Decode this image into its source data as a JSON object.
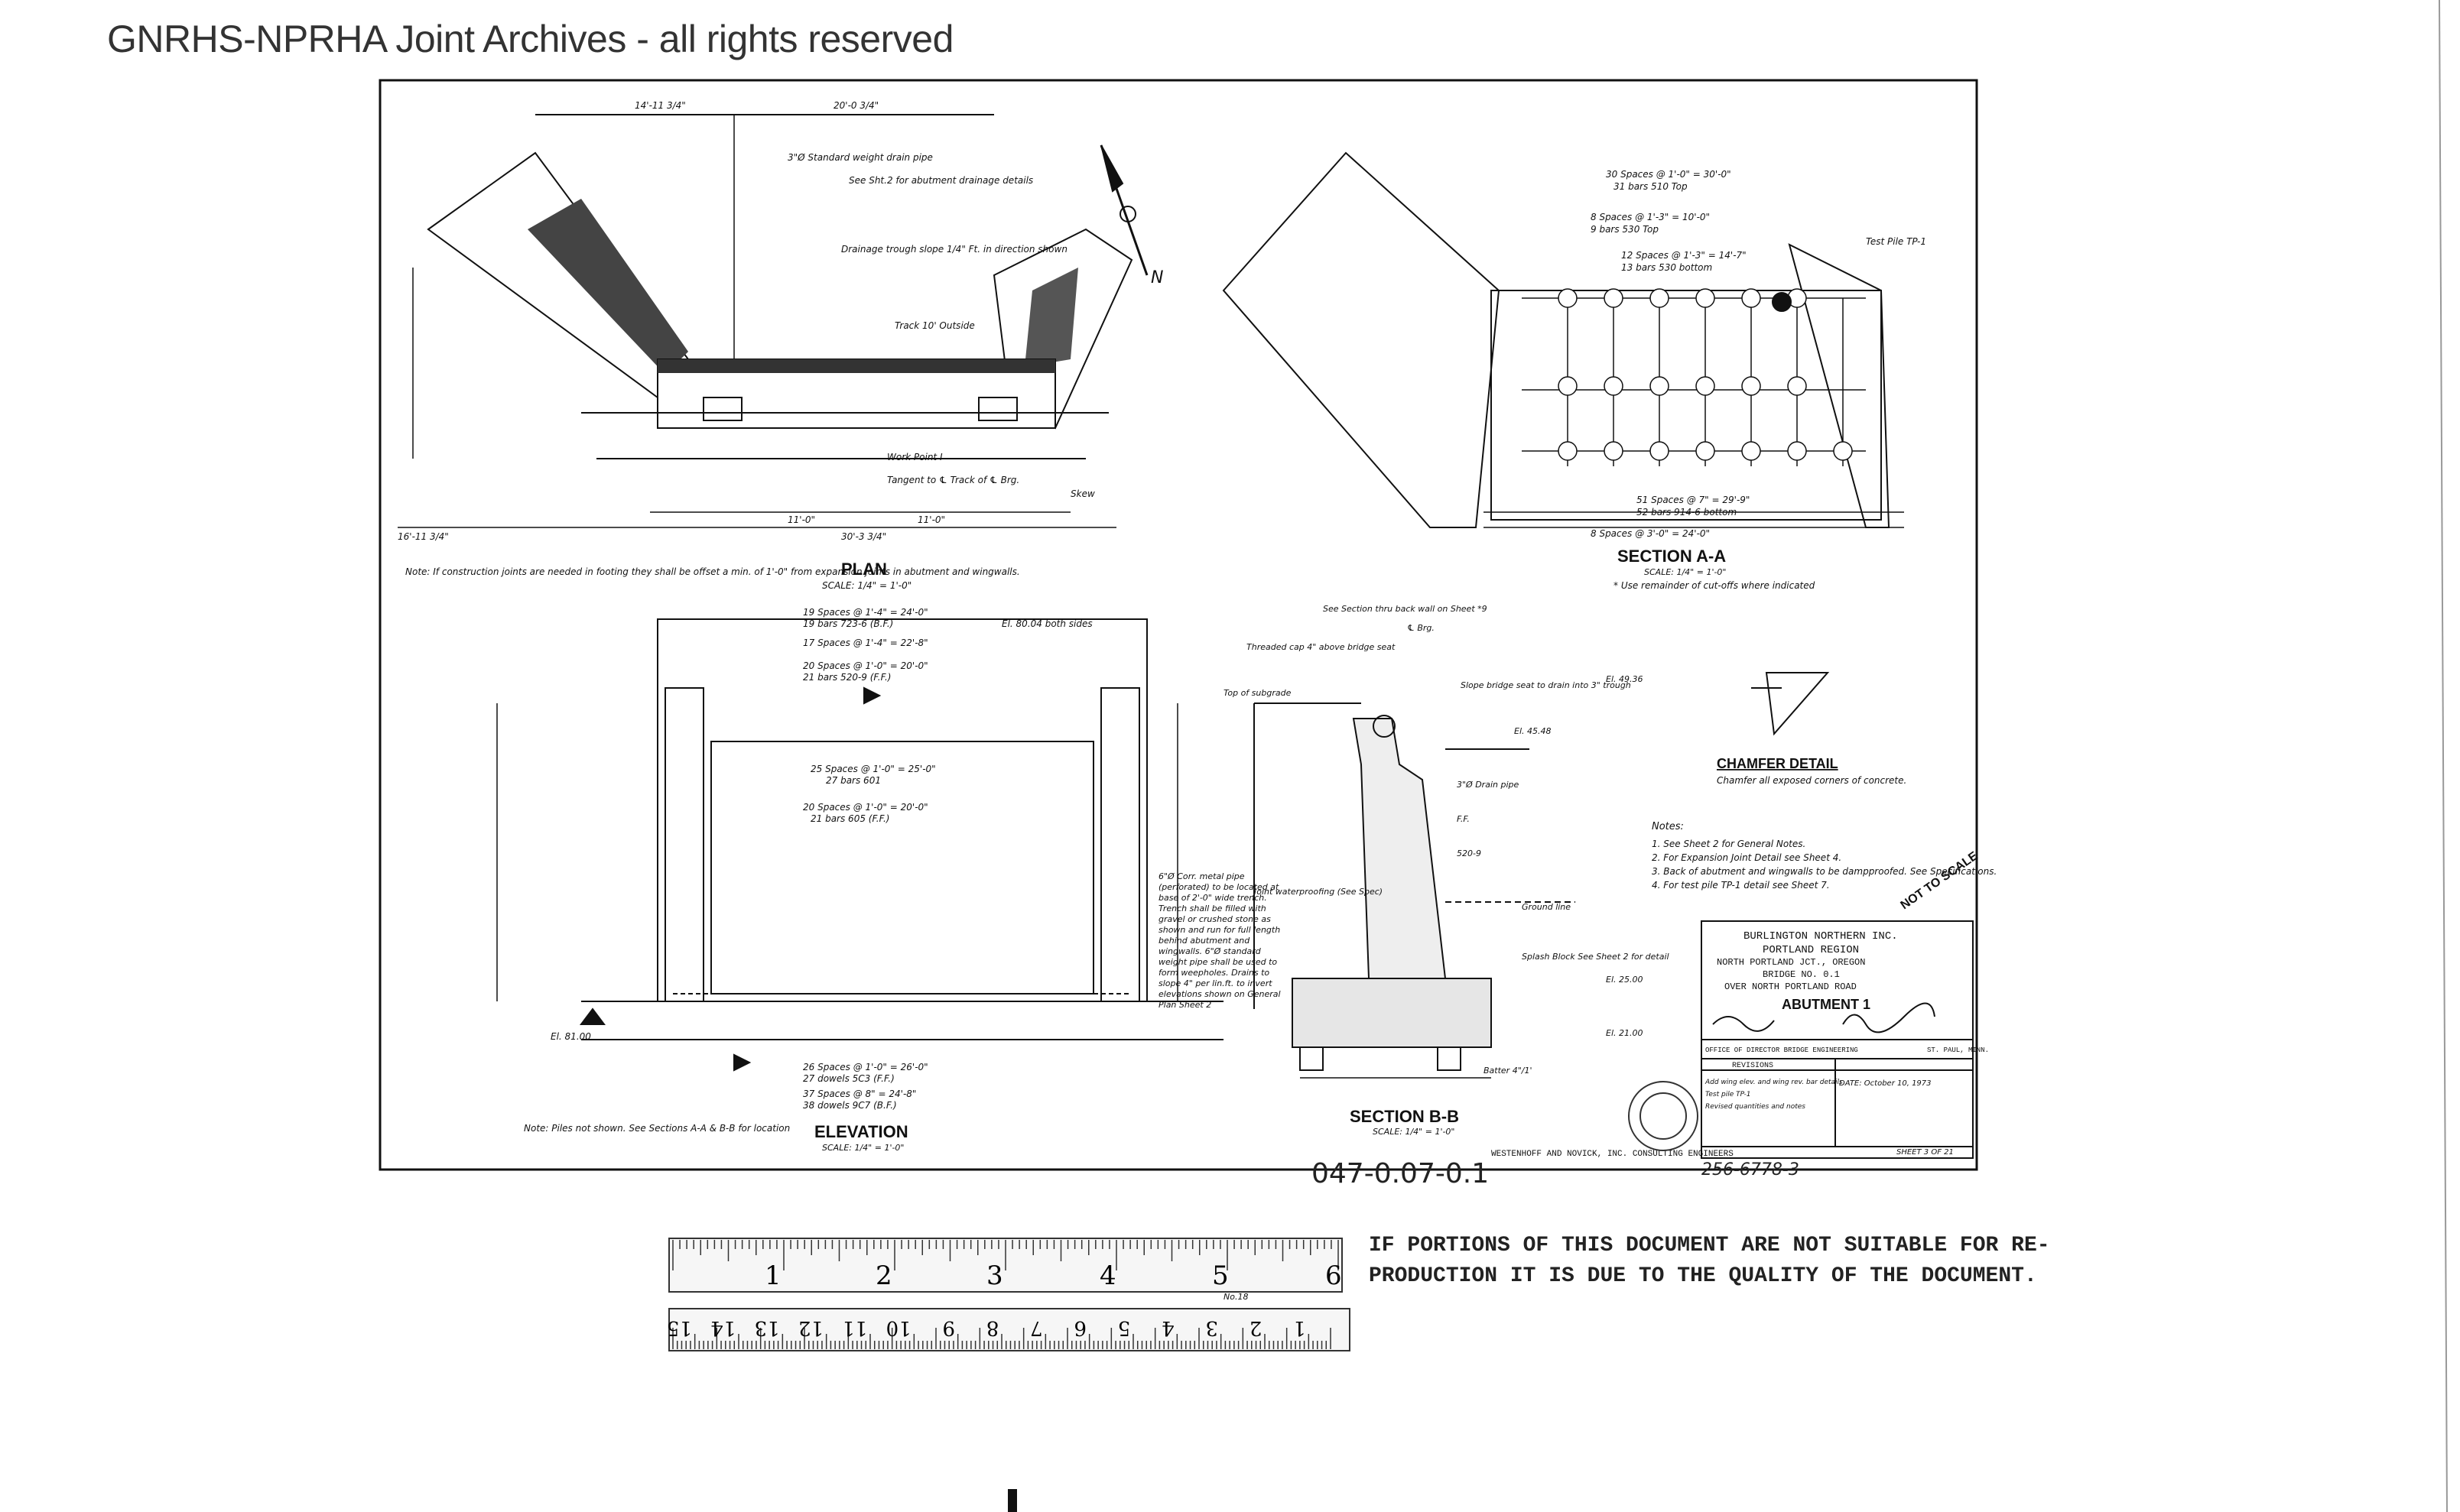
{
  "watermark": "GNRHS-NPRHA Joint Archives - all rights reserved",
  "plan": {
    "title": "PLAN",
    "scale": "SCALE: 1/4\" = 1'-0\"",
    "labels": [
      "3\"Ø Standard weight drain pipe",
      "See Sht.2 for abutment drainage details",
      "Drainage trough slope 1/4\" Ft. in direction shown",
      "Track 10' Outside",
      "Work Point I",
      "Tangent to ℄ Track of ℄ Brg.",
      "Skew"
    ],
    "dims": [
      "14'-11 3/4\"",
      "20'-0 3/4\"",
      "16'-11 3/4\"",
      "30'-3 3/4\"",
      "11'-0\"",
      "11'-0\""
    ]
  },
  "section_aa": {
    "title": "SECTION A-A",
    "scale": "SCALE: 1/4\" = 1'-0\"",
    "note": "* Use remainder of cut-offs where indicated",
    "labels": [
      "30 Spaces @ 1'-0\" = 30'-0\"",
      "31 bars 510 Top",
      "8 Spaces @ 1'-3\" = 10'-0\"",
      "9 bars 530 Top",
      "12 Spaces @ 1'-3\" = 14'-7\"",
      "13 bars 530 bottom",
      "Test Pile TP-1",
      "51 Spaces @ 7\" = 29'-9\"",
      "52 bars 914-6 bottom",
      "8 Spaces @ 3'-0\" = 24'-0\""
    ]
  },
  "elevation": {
    "title": "ELEVATION",
    "scale": "SCALE: 1/4\" = 1'-0\"",
    "note": "Note: Piles not shown. See Sections A-A & B-B for location",
    "labels": [
      "19 Spaces @ 1'-4\" = 24'-0\"",
      "19 bars 723-6 (B.F.)",
      "17 Spaces @ 1'-4\" = 22'-8\"",
      "20 Spaces @ 1'-0\" = 20'-0\"",
      "21 bars 520-9 (F.F.)",
      "25 Spaces @ 1'-0\" = 25'-0\"",
      "27 bars 601",
      "20 Spaces @ 1'-0\" = 20'-0\"",
      "21 bars 605 (F.F.)",
      "26 Spaces @ 1'-0\" = 26'-0\"",
      "27 dowels 5C3 (F.F.)",
      "37 Spaces @ 8\" = 24'-8\"",
      "38 dowels 9C7 (B.F.)",
      "El. 81.00",
      "El. 80.04 both sides"
    ]
  },
  "plan_note": "Note: If construction joints are needed in footing they shall be offset a min. of 1'-0\" from expansion joints in abutment and wingwalls.",
  "section_bb": {
    "title": "SECTION B-B",
    "scale": "SCALE: 1/4\" = 1'-0\"",
    "labels": [
      "See Section thru back wall on Sheet *9",
      "℄ Brg.",
      "Threaded cap 4\" above bridge seat",
      "Top of subgrade",
      "Slope bridge seat to drain into 3\" trough",
      "El. 49.36",
      "El. 45.48",
      "3\"Ø Drain pipe",
      "F.F.",
      "520-9",
      "Ground line",
      "Splash Block See Sheet 2 for detail",
      "Batter 4\"/1'",
      "El. 25.00",
      "El. 21.00",
      "Joint waterproofing (See Spec)",
      "6\"Ø Corr. metal pipe (perforated) to be located at base of 2'-0\" wide trench. Trench shall be filled with gravel or crushed stone as shown and run for full length behind abutment and wingwalls. 6\"Ø standard weight pipe shall be used to form weepholes. Drains to slope 4\" per lin.ft. to invert elevations shown on General Plan Sheet 2"
    ]
  },
  "chamfer": {
    "title": "CHAMFER DETAIL",
    "text": "Chamfer all exposed corners of concrete."
  },
  "notes": {
    "title": "Notes:",
    "items": [
      "1. See Sheet 2 for General Notes.",
      "2. For Expansion Joint Detail see Sheet 4.",
      "3. Back of abutment and wingwalls to be dampproofed. See Specifications.",
      "4. For test pile TP-1 detail see Sheet 7."
    ]
  },
  "not_to_scale": "NOT TO SCALE",
  "title_block": {
    "line1": "BURLINGTON NORTHERN INC.",
    "line2": "PORTLAND REGION",
    "line3": "NORTH PORTLAND JCT., OREGON",
    "line4": "BRIDGE NO. 0.1",
    "line5": "OVER NORTH PORTLAND ROAD",
    "drawing": "ABUTMENT 1",
    "office": "OFFICE OF DIRECTOR BRIDGE ENGINEERING",
    "city": "ST. PAUL, MINN.",
    "revisions": "REVISIONS",
    "date": "DATE: October 10, 1973",
    "sheet": "SHEET 3 OF 21",
    "consultants": "WESTENHOFF AND NOVICK, INC. CONSULTING ENGINEERS",
    "rev_items": [
      "Add wing elev. and wing rev. bar details",
      "Test pile TP-1",
      "Revised quantities and notes"
    ]
  },
  "drawing_numbers": {
    "left": "047-0.07-0.1",
    "right": "256-6778-3"
  },
  "ruler": {
    "inches": [
      "1",
      "2",
      "3",
      "4",
      "5",
      "6"
    ],
    "cm": [
      "15",
      "14",
      "13",
      "12",
      "11",
      "10",
      "9",
      "8",
      "7",
      "6",
      "5",
      "4",
      "3",
      "2",
      "1"
    ],
    "label": "No.18"
  },
  "microfilm_note": {
    "line1": "IF PORTIONS OF THIS DOCUMENT ARE NOT SUITABLE FOR RE-",
    "line2": "PRODUCTION IT IS DUE TO THE QUALITY OF THE DOCUMENT."
  }
}
